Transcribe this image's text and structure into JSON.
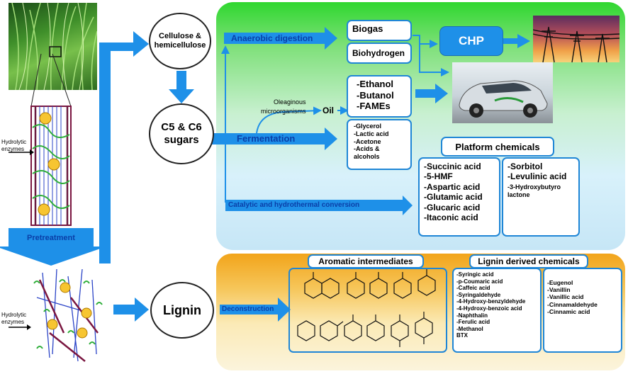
{
  "left": {
    "hydrolytic_enzymes_1": "Hydrolytic\nenzymes",
    "pretreatment": "Pretreatment",
    "hydrolytic_enzymes_2": "Hydrolytic\nenzymes"
  },
  "nodes": {
    "cellulose": "Cellulose &\nhemicellulose",
    "sugars": "C5 & C6\nsugars",
    "lignin": "Lignin"
  },
  "processes": {
    "anaerobic": "Anaerobic digestion",
    "fermentation": "Fermentation",
    "oleaginous": "Oleaginous\nmicroorganisms",
    "oil": "Oil",
    "catalytic": "Catalytic and hydrothermal conversion",
    "deconstruction": "Deconstruction"
  },
  "products": {
    "biogas": "Biogas",
    "biohydrogen": "Biohydrogen",
    "chp": "CHP",
    "fuels": [
      "-Ethanol",
      "-Butanol",
      "-FAMEs"
    ],
    "others": [
      "-Glycerol",
      "-Lactic acid",
      "-Acetone",
      "-Acids &",
      "alcohols"
    ]
  },
  "platform": {
    "title": "Platform chemicals",
    "col1": [
      "-Succinic acid",
      "-5-HMF",
      "-Aspartic acid",
      "-Glutamic acid",
      "-Glucaric acid",
      "-Itaconic acid"
    ],
    "col2": [
      "-Sorbitol",
      "-Levulinic acid"
    ],
    "col2_small": [
      "-3-Hydroxybutyro",
      "lactone"
    ]
  },
  "aromatic": {
    "title": "Aromatic intermediates"
  },
  "lignin_chem": {
    "title": "Lignin derived chemicals",
    "col1": [
      "-Syringic acid",
      "-p-Coumaric acid",
      "-Caffeic acid",
      "-Syringaldehyde",
      "-4-Hydroxy-benzyldehyde",
      "-4-Hydroxy-benzoic acid",
      "-Naphthalin",
      "-Ferulic acid",
      "-Methanol",
      "BTX"
    ],
    "col2": [
      "-Eugenol",
      "-Vanillin",
      "-Vanillic acid",
      "-Cinnamaldehyde",
      "-Cinnamic acid"
    ]
  },
  "colors": {
    "arrow": "#1e90e8",
    "box_border": "#1f86d6",
    "label_blue": "#0a3fa8"
  }
}
